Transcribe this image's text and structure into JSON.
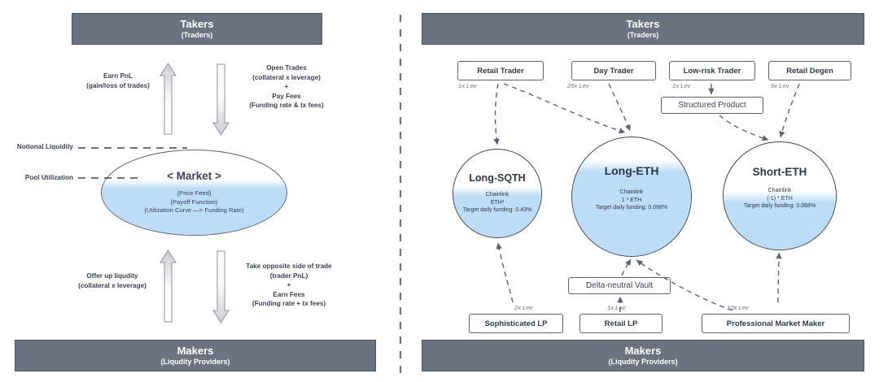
{
  "left_panel": {
    "takers": {
      "title": "Takers",
      "subtitle": "(Traders)"
    },
    "makers": {
      "title": "Makers",
      "subtitle": "(Liqudity Providers)"
    },
    "top_left_label": "Earn PnL\n(gain/loss of trades)",
    "top_right_label": "Open Trades\n(collateral x leverage)\n+\nPay Fees\n(Funding rate & tx fees)",
    "bottom_left_label": "Offer up liqudity\n(collateral  x leverage)",
    "bottom_right_label": "Take opposite side of trade\n(trader PnL)\n+\nEarn Fees\n(Funding rate + tx fees)",
    "axis_labels": [
      "Notional Liquidity",
      "Pool Utilization"
    ],
    "market": {
      "title": "< Market >",
      "lines": "{Price Feed}\n{Payoff Function}\n{Utilization Curve —> Funding Rate}"
    }
  },
  "right_panel": {
    "takers": {
      "title": "Takers",
      "subtitle": "(Traders)"
    },
    "makers": {
      "title": "Makers",
      "subtitle": "(Liqudity Providers)"
    },
    "taker_nodes": [
      {
        "label": "Retail Trader",
        "lev": "1x Lev"
      },
      {
        "label": "Day Trader",
        "lev": "25x Lev"
      },
      {
        "label": "Low-risk Trader",
        "lev": "1x Lev"
      },
      {
        "label": "Retail Degen",
        "lev": "5x Lev"
      }
    ],
    "structured_product": {
      "label": "Structured Product"
    },
    "markets": [
      {
        "name": "Long-SQTH",
        "oracle": "Chainlink",
        "payoff": "ETH²",
        "funding": "Target daily funding: 0.43%"
      },
      {
        "name": "Long-ETH",
        "oracle": "Chainlink",
        "payoff": "1 * ETH",
        "funding": "Target daily funding: 0.068%"
      },
      {
        "name": "Short-ETH",
        "oracle": "Chainlink",
        "payoff": "(-1) * ETH",
        "funding": "Target daily funding: 0.068%"
      }
    ],
    "delta_neutral_vault": {
      "label": "Delta-neutral Vault"
    },
    "maker_nodes": [
      {
        "label": "Sophisticated LP",
        "lev": "2x Lev"
      },
      {
        "label": "Retail LP",
        "lev": "1x Lev"
      },
      {
        "label": "Professional Market Maker",
        "lev": "10x Lev"
      }
    ]
  },
  "colors": {
    "band": "#6b7280",
    "band_border": "#4b5563",
    "pool_fill": "#bcdcf7",
    "outline": "#5a6374",
    "text": "#3b4252",
    "lev_text": "#6b7280",
    "divider": "#6b7280"
  }
}
